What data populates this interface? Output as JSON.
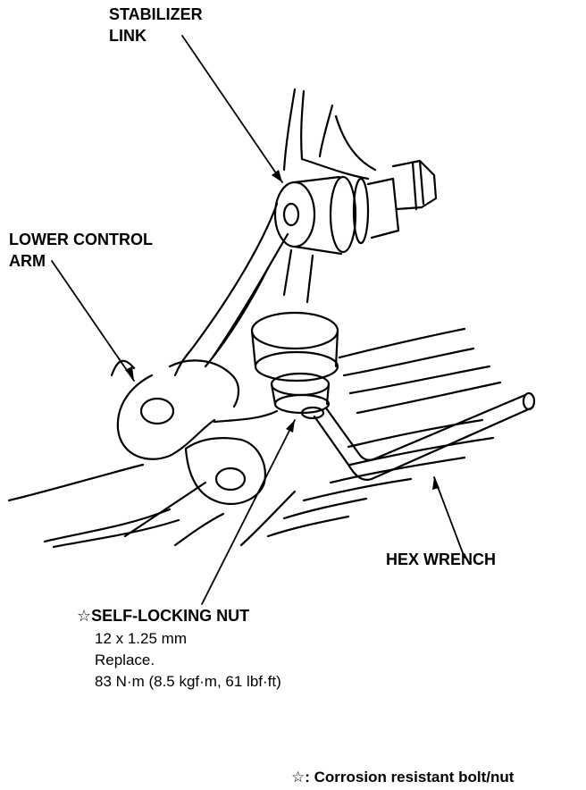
{
  "labels": {
    "stabilizer_link": [
      "STABILIZER",
      "LINK"
    ],
    "lower_control_arm": [
      "LOWER CONTROL",
      "ARM"
    ],
    "hex_wrench": "HEX WRENCH",
    "self_locking_nut": {
      "title": "☆SELF-LOCKING NUT",
      "size": "12 x 1.25 mm",
      "note": "Replace.",
      "torque": "83 N·m (8.5 kgf·m, 61 lbf·ft)"
    },
    "footnote": "☆:  Corrosion resistant bolt/nut"
  },
  "colors": {
    "ink": "#000000",
    "paper": "#ffffff"
  }
}
